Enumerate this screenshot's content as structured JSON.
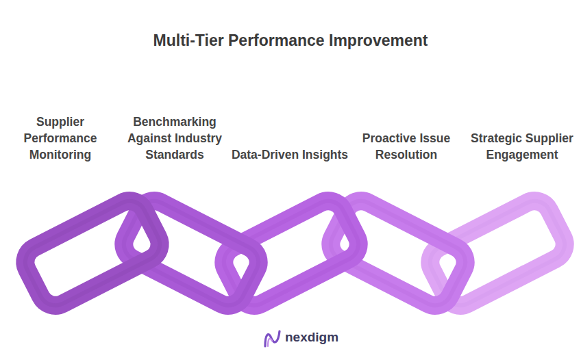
{
  "diagram": {
    "title": "Multi-Tier Performance Improvement",
    "nodes": [
      {
        "text": [
          "Supplier Performance Monitoring"
        ]
      },
      {
        "text": [
          "Benchmarking Against Industry Standards"
        ]
      },
      {
        "text": [
          "Data-Driven Insights"
        ]
      },
      {
        "text": [
          "Proactive Issue Resolution"
        ]
      },
      {
        "text": [
          "Strategic Supplier Engagement"
        ]
      }
    ],
    "labels": [
      "nexdigm"
    ]
  }
}
